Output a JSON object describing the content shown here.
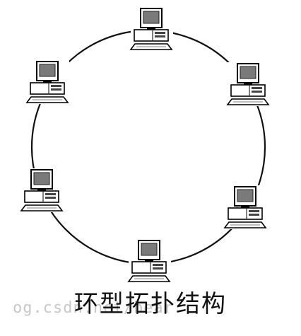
{
  "diagram": {
    "caption": "环型拓扑结构",
    "watermark": "og.csdn.net/bear",
    "nodes": [
      {
        "label": "computer-top",
        "icon": "computer-icon"
      },
      {
        "label": "computer-top-right",
        "icon": "computer-icon"
      },
      {
        "label": "computer-bottom-right",
        "icon": "computer-icon"
      },
      {
        "label": "computer-bottom",
        "icon": "computer-icon"
      },
      {
        "label": "computer-bottom-left",
        "icon": "computer-icon"
      },
      {
        "label": "computer-top-left",
        "icon": "computer-icon"
      }
    ],
    "colors": {
      "ring": "#111111",
      "monitor_frame": "#000000",
      "screen": "#7a7a7a",
      "case": "#ffffff",
      "keyboard": "#ffffff"
    }
  }
}
